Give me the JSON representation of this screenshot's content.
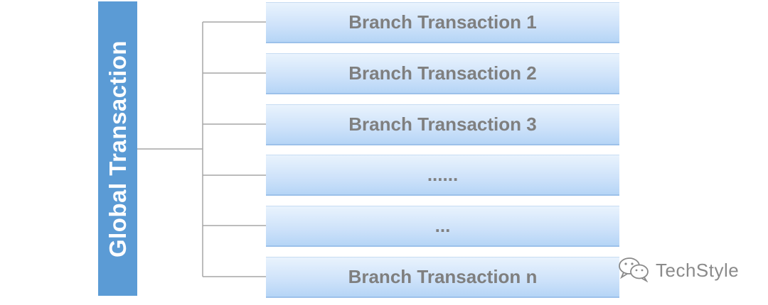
{
  "root": {
    "label": "Global Transaction"
  },
  "branches": [
    {
      "label": "Branch Transaction 1"
    },
    {
      "label": "Branch Transaction 2"
    },
    {
      "label": "Branch Transaction 3"
    },
    {
      "label": "......"
    },
    {
      "label": "..."
    },
    {
      "label": "Branch Transaction n"
    }
  ],
  "watermark": {
    "icon": "wechat-icon",
    "text": "TechStyle"
  },
  "colors": {
    "root_fill": "#5b9bd5",
    "branch_text": "#7f7f7f",
    "connector": "#a6a6a6"
  }
}
